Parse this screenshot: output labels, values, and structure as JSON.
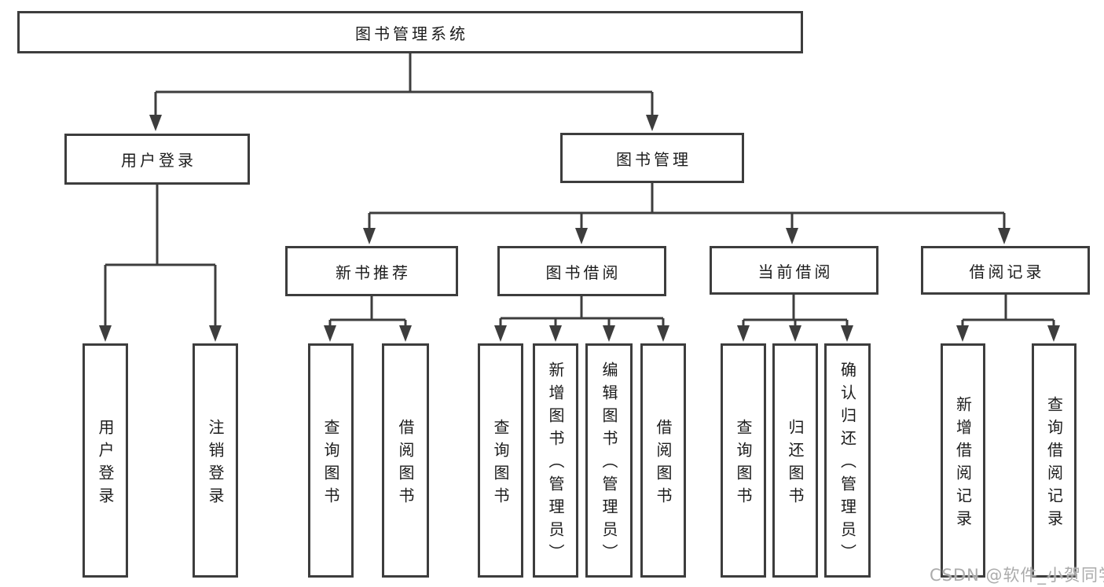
{
  "tree": {
    "label": "图书管理系统",
    "children": [
      {
        "label": "用户登录",
        "children": [
          {
            "label": "用户登录"
          },
          {
            "label": "注销登录"
          }
        ]
      },
      {
        "label": "图书管理",
        "children": [
          {
            "label": "新书推荐",
            "children": [
              {
                "label": "查询图书"
              },
              {
                "label": "借阅图书"
              }
            ]
          },
          {
            "label": "图书借阅",
            "children": [
              {
                "label": "查询图书"
              },
              {
                "label": "新增图书（管理员）"
              },
              {
                "label": "编辑图书（管理员）"
              },
              {
                "label": "借阅图书"
              }
            ]
          },
          {
            "label": "当前借阅",
            "children": [
              {
                "label": "查询图书"
              },
              {
                "label": "归还图书"
              },
              {
                "label": "确认归还（管理员）"
              }
            ]
          },
          {
            "label": "借阅记录",
            "children": [
              {
                "label": "新增借阅记录"
              },
              {
                "label": "查询借阅记录"
              }
            ]
          }
        ]
      }
    ]
  },
  "watermark": {
    "text": "CSDN @软件_小贺同学"
  },
  "colors": {
    "line": "#3d3d3d",
    "text": "#1c1c1c",
    "background": "#ffffff",
    "watermark": "#ababab"
  }
}
